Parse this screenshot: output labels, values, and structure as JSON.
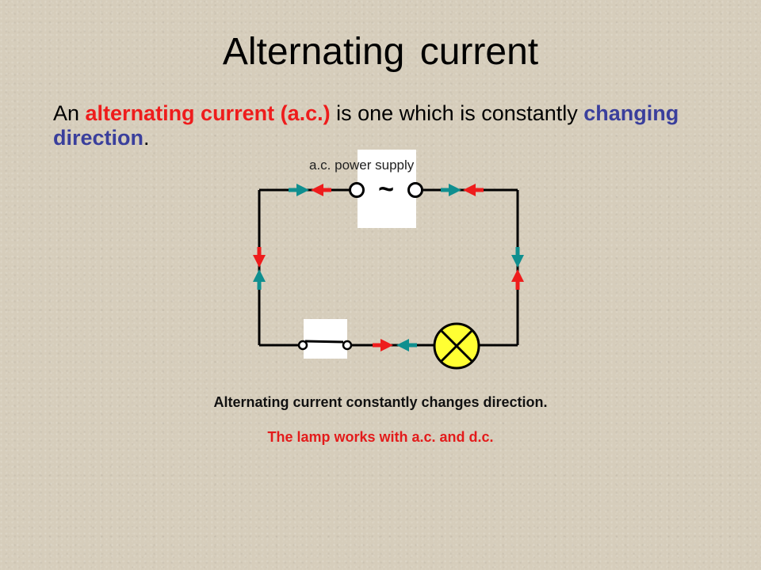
{
  "slide": {
    "title": "Alternating current",
    "intro": {
      "part1": "An ",
      "term": "alternating current (a.c.)",
      "part2": " is one which is constantly ",
      "emphasis": "changing direction",
      "part3": "."
    },
    "supply_label": "a.c. power supply",
    "supply_symbol": "~",
    "caption_main": "Alternating current constantly changes direction.",
    "caption_lamp": "The lamp works with a.c. and d.c."
  },
  "colors": {
    "red_arrow": "#ee1c1c",
    "teal_arrow": "#0f8f8f",
    "lamp_fill": "#ffff33",
    "keyword_red": "#ee1c1c",
    "keyword_blue": "#3a3f9c"
  },
  "icons": {
    "lamp": "lamp-icon",
    "switch": "switch-icon",
    "supply": "ac-supply-icon"
  }
}
